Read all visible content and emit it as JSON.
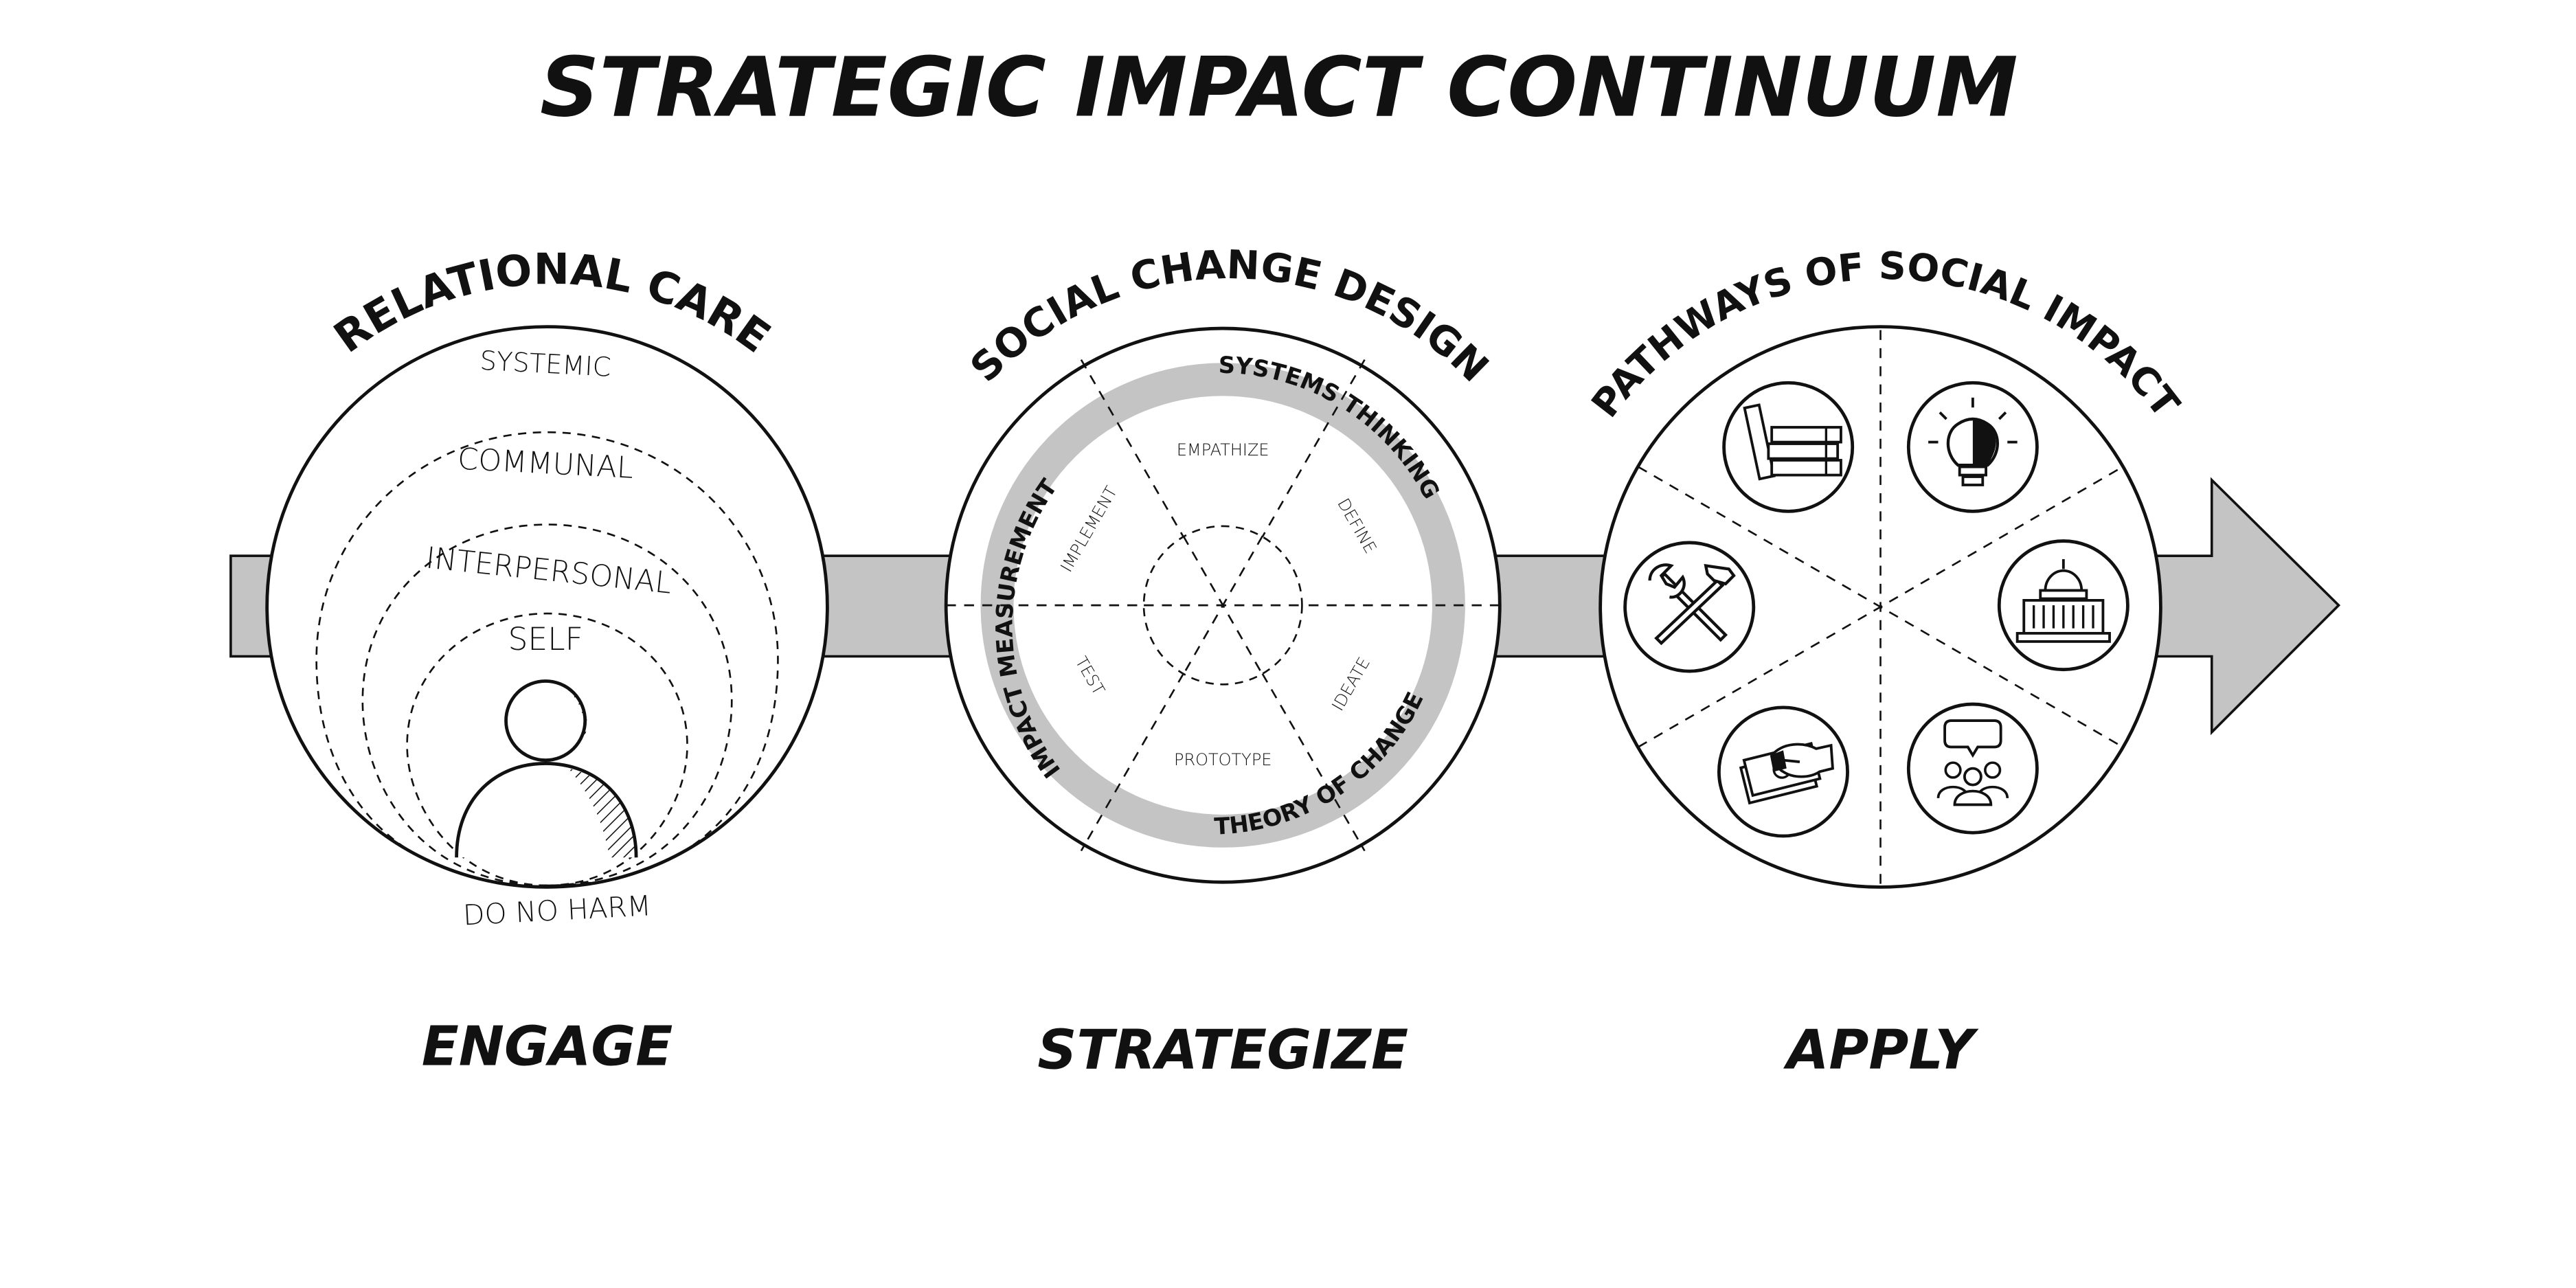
{
  "title": "STRATEGIC IMPACT CONTINUUM",
  "colors": {
    "ink": "#111111",
    "band": "#c4c4c4",
    "background": "#ffffff"
  },
  "sections": [
    {
      "id": "engage",
      "heading": "RELATIONAL CARE",
      "phase": "ENGAGE",
      "levels": [
        "SYSTEMIC",
        "COMMUNAL",
        "INTERPERSONAL",
        "SELF"
      ],
      "base_label": "DO NO HARM",
      "icon": "person-icon"
    },
    {
      "id": "strategize",
      "heading": "SOCIAL CHANGE DESIGN",
      "phase": "STRATEGIZE",
      "band_labels": [
        "SYSTEMS THINKING",
        "THEORY OF CHANGE",
        "IMPACT MEASUREMENT"
      ],
      "steps": [
        "EMPATHIZE",
        "DEFINE",
        "IDEATE",
        "PROTOTYPE",
        "TEST",
        "IMPLEMENT"
      ]
    },
    {
      "id": "apply",
      "heading": "PATHWAYS OF SOCIAL IMPACT",
      "phase": "APPLY",
      "icons": [
        "books-icon",
        "lightbulb-icon",
        "capitol-building-icon",
        "community-dialogue-icon",
        "money-hand-icon",
        "tools-icon"
      ]
    }
  ]
}
